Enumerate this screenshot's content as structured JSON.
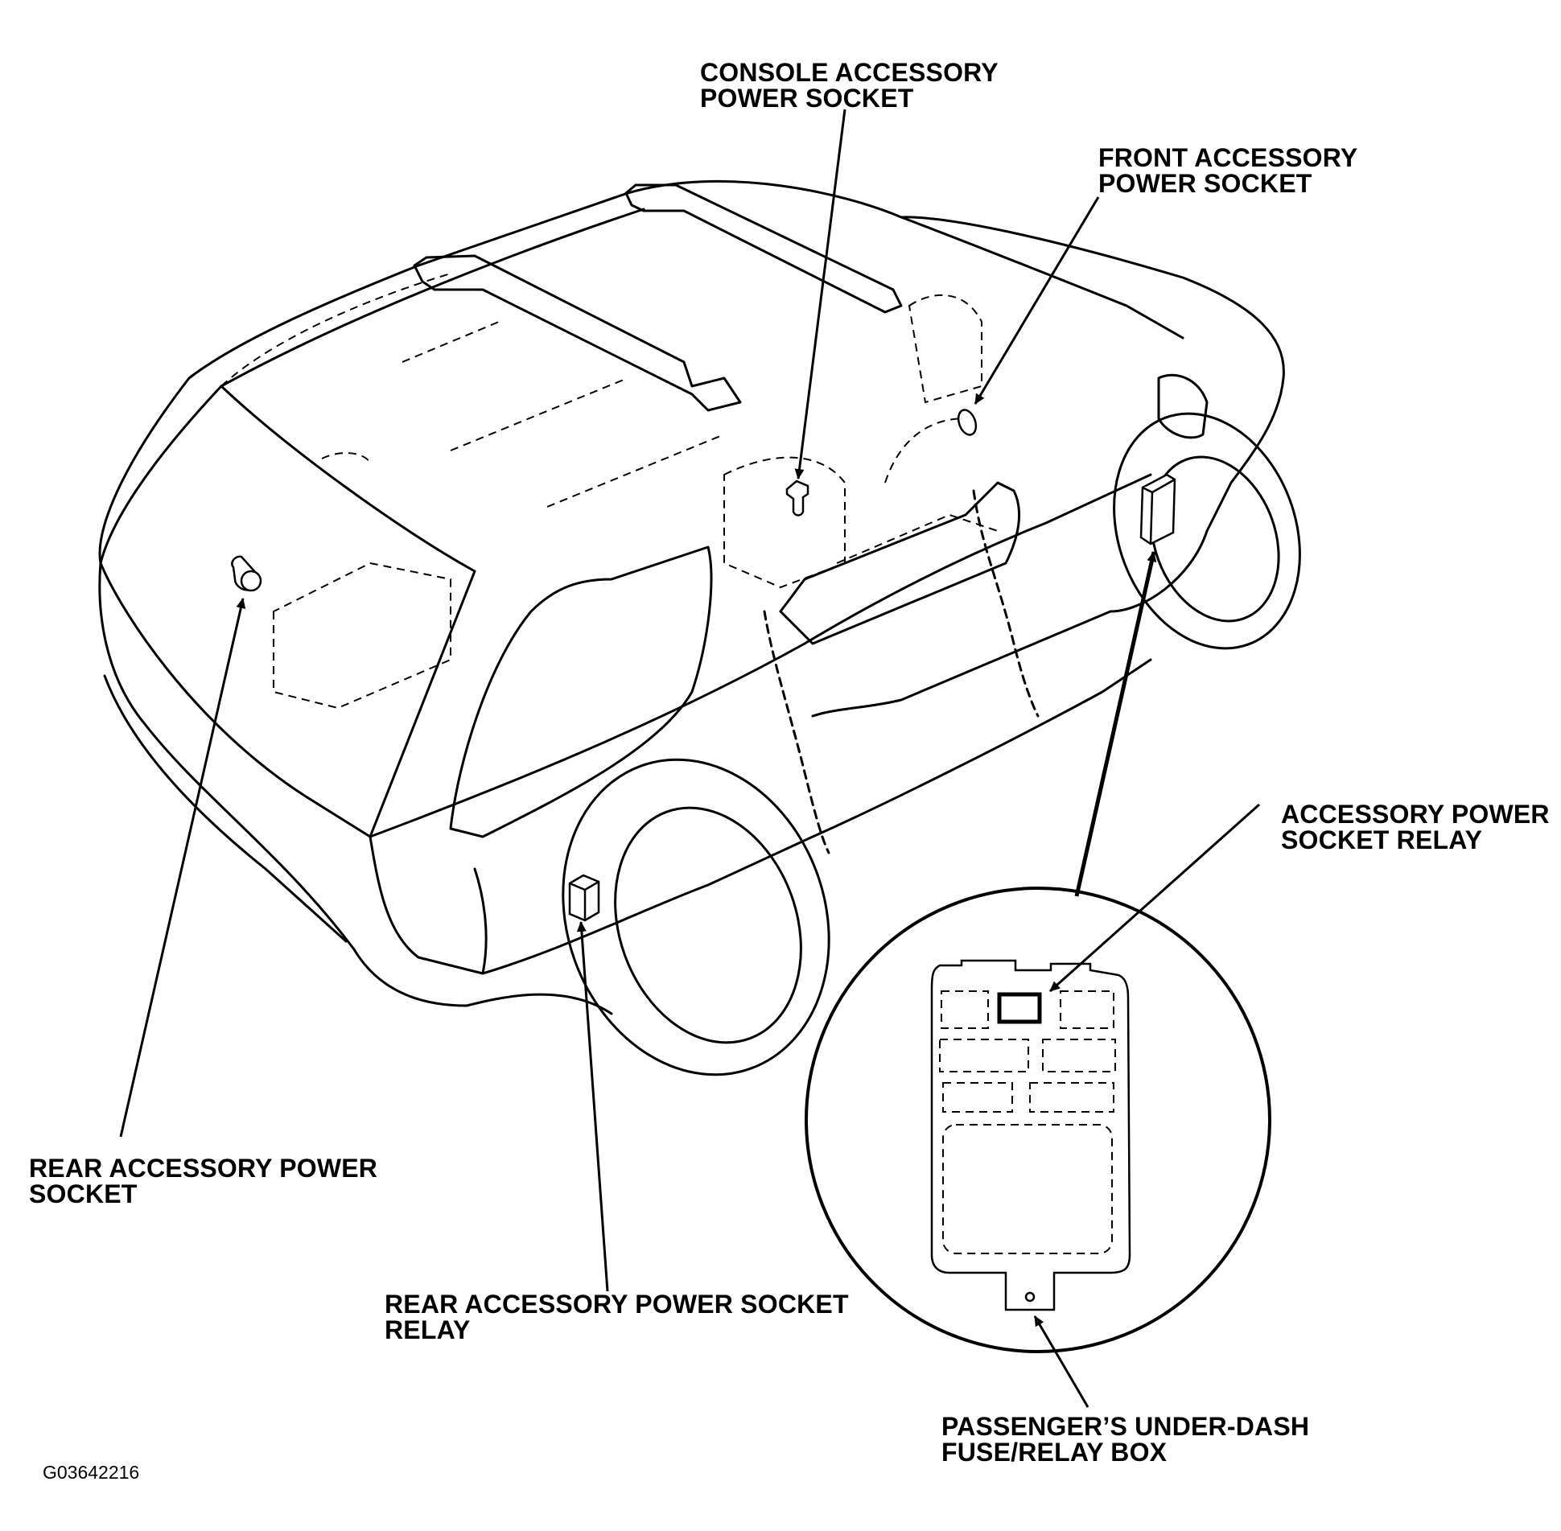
{
  "labels": {
    "console_socket": [
      "CONSOLE ACCESSORY",
      "POWER SOCKET"
    ],
    "front_socket": [
      "FRONT ACCESSORY",
      "POWER SOCKET"
    ],
    "socket_relay": [
      "ACCESSORY POWER",
      "SOCKET RELAY"
    ],
    "rear_socket": [
      "REAR ACCESSORY POWER",
      "SOCKET"
    ],
    "rear_socket_relay": [
      "REAR ACCESSORY POWER SOCKET",
      "RELAY"
    ],
    "fuse_box": [
      "PASSENGER’S UNDER-DASH",
      "FUSE/RELAY BOX"
    ]
  },
  "figure_id": "G03642216",
  "colors": {
    "line": "#000000",
    "background": "#ffffff"
  }
}
